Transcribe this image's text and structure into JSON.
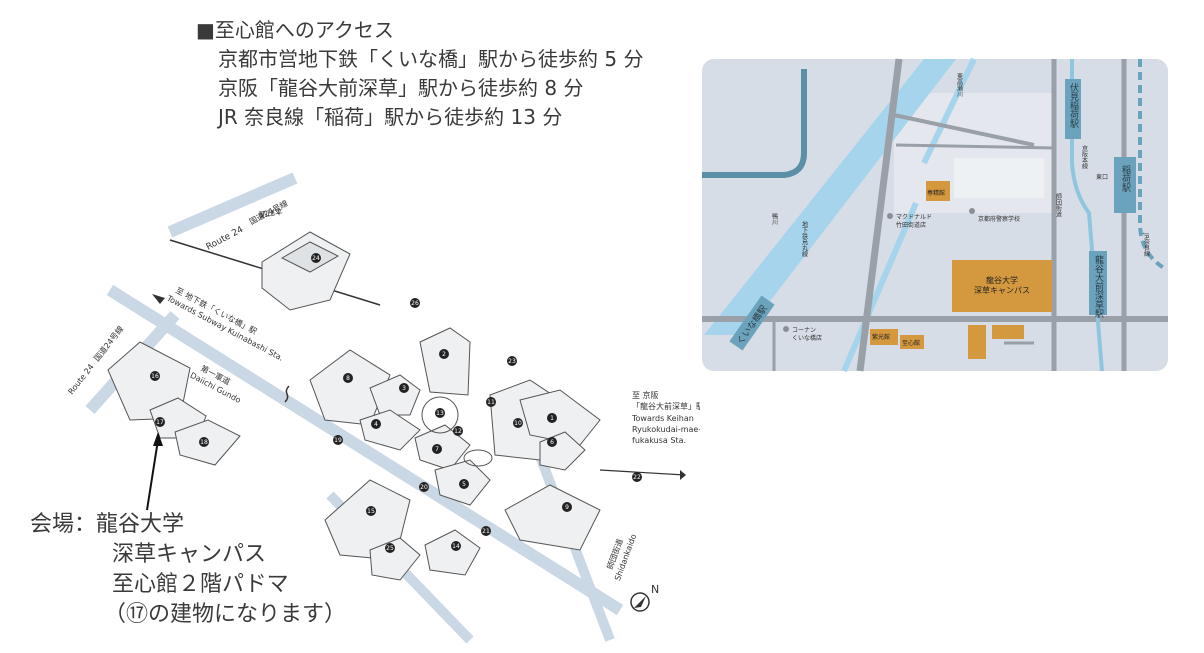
{
  "access": {
    "heading": "■至心館へのアクセス",
    "routes": [
      "京都市営地下鉄「くいな橋」駅から徒歩約 5 分",
      "京阪「龍谷大前深草」駅から徒歩約 8 分",
      "JR 奈良線「稲荷」駅から徒歩約 13 分"
    ]
  },
  "venue": {
    "lines": [
      "会場：龍谷大学",
      "深草キャンパス",
      "至心館２階パドマ",
      "（⑰の建物になります）"
    ]
  },
  "area_map": {
    "stations": {
      "fushimi_inari": "伏見稲荷駅",
      "inari": "稲荷駅",
      "ryukokudai": "龍谷大前深草駅",
      "kuinabashi": "くいな橋駅"
    },
    "road_labels": {
      "keihan_line": "京阪本線",
      "jr_line": "JR奈良線",
      "kamo_river": "鴨川",
      "subway_line": "地下鉄烏丸線",
      "higashi_river": "東高瀬川",
      "shidan": "師団街道",
      "higashimon": "東口"
    },
    "places": {
      "senkan": "専精館",
      "mcdonalds": "マクドナルド\n竹田街道店",
      "police": "京都府警察学校",
      "campus": "龍谷大学\n深草キャンパス",
      "konan": "コーナン\nくいな橋店",
      "seikokan": "紫光館",
      "shishinkan": "至心館"
    },
    "colors": {
      "background": "#d6dde6",
      "river": "#a6d4ec",
      "building": "#d4983e",
      "road": "#9aa0a8",
      "station": "#6ba3bd"
    }
  },
  "campus_map": {
    "labels": {
      "route24_top": "Route 24",
      "route24_top_jp": "国道24号線",
      "honmachi": "本町通",
      "subway_dest_jp": "至 地下鉄「くいな橋」駅",
      "subway_dest_en": "Towards Subway Kuinabashi Sta.",
      "route24_left": "Route 24",
      "route24_left_jp": "国道24号線",
      "daiichi_jp": "第一軍道",
      "daiichi_en": "Daiichi Gundo",
      "keihan_jp_1": "至 京阪",
      "keihan_jp_2": "「龍谷大前深草」駅",
      "keihan_en_1": "Towards Keihan",
      "keihan_en_2": "Ryukokudai-mae-",
      "keihan_en_3": "fukakusa Sta.",
      "shidan_jp": "師団街道",
      "shidan_en": "Shidankaido",
      "north": "N"
    },
    "building_numbers": [
      "1",
      "2",
      "3",
      "4",
      "5",
      "6",
      "7",
      "8",
      "9",
      "10",
      "11",
      "12",
      "13",
      "14",
      "15",
      "16",
      "17",
      "18",
      "19",
      "20",
      "21",
      "22",
      "23",
      "24",
      "25",
      "26"
    ]
  }
}
